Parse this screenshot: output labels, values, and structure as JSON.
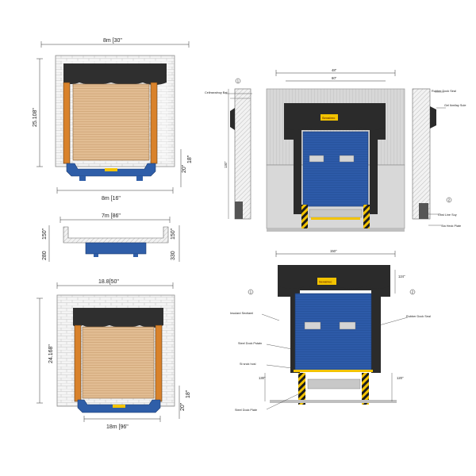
{
  "colors": {
    "brick_fill": "#f4f4f4",
    "brick_line": "#c9c9c9",
    "canopy": "#2f2f2f",
    "door_tan": "#e2bd93",
    "door_slat": "#c79a6a",
    "side_orange": "#d9822b",
    "leveler_blue": "#2f5ea8",
    "door_blue": "#2d5aa8",
    "frame_dark": "#2b2b2b",
    "logo_yellow": "#f2c300",
    "hazard_yellow": "#f2c300",
    "steel_gray": "#c8c8c8"
  },
  "view_top_left": {
    "width_label": "8m [30\"",
    "height_label": "25.108\"",
    "bottom_label": "8m [16\"",
    "dim_20": "20\"",
    "dim_18": "18\""
  },
  "view_mid_left": {
    "width_label": "7m [86\"",
    "left_outer": "280",
    "left_inner": "150\"",
    "right_inner": "150\"",
    "right_outer": "330"
  },
  "view_bottom_left": {
    "width_label": "18.8[50\"",
    "height_label": "24.168\"",
    "bottom_label": "18m [96\"",
    "dim_20": "20\"",
    "dim_18": "18\""
  },
  "view_top_right": {
    "top_dim_outer": "48\"",
    "top_dim_inner": "60\"",
    "left_height": "130\"",
    "label_left_top": "Cellnsealnuy Bat",
    "label_right_top": "Rubber Dock Seal",
    "label_right_second": "Gel Ikmllay Sule",
    "label_right_bottom1": "Cost Line Suy",
    "label_right_bottom2": "Sta Heck Plate",
    "logo_text": "Sevalrec",
    "marker_1": "1",
    "marker_2": "2"
  },
  "view_bottom_right": {
    "top_dim": "150\"",
    "right_small_dim": "124\"",
    "bottom_left_dim": "130\"",
    "bottom_right_dim": "120\"",
    "label_insulated": "Insulard Sectiaml",
    "label_steel_dock": "Steel Dock Pstatn",
    "label_stock": "St snck hosl",
    "label_steel_plate": "Steel Dock Plate",
    "label_rubber": "Rubber Dock Seal",
    "logo_text": "Sevalrec",
    "marker_1": "1",
    "marker_2": "2"
  }
}
